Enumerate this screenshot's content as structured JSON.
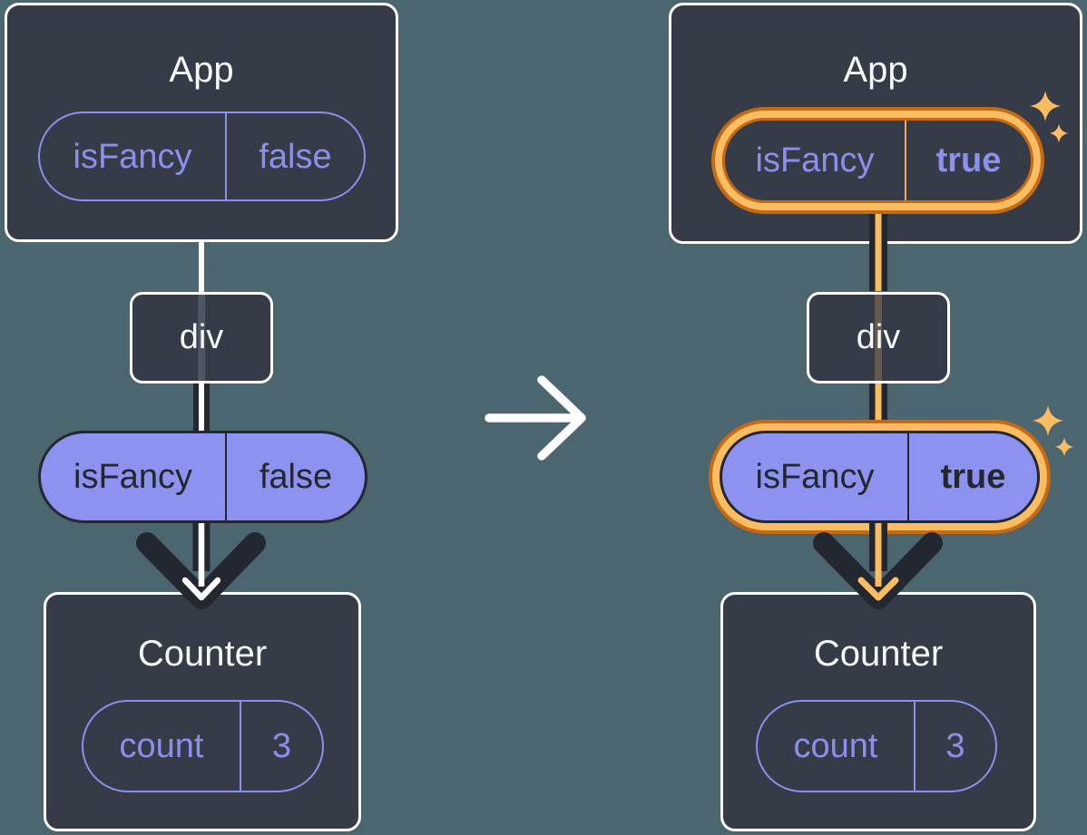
{
  "diagrams": {
    "before": {
      "app": {
        "title": "App",
        "prop_name": "isFancy",
        "prop_value": "false"
      },
      "div_label": "div",
      "passed_prop": {
        "name": "isFancy",
        "value": "false"
      },
      "counter": {
        "title": "Counter",
        "state_name": "count",
        "state_value": "3"
      }
    },
    "after": {
      "app": {
        "title": "App",
        "prop_name": "isFancy",
        "prop_value": "true"
      },
      "div_label": "div",
      "passed_prop": {
        "name": "isFancy",
        "value": "true"
      },
      "counter": {
        "title": "Counter",
        "state_name": "count",
        "state_value": "3"
      }
    }
  },
  "icons": {
    "transform_arrow": "right-arrow",
    "sparkles": "four-point-star"
  },
  "colors": {
    "background": "#4C6670",
    "panel_fill": "#353C47",
    "panel_border": "#FFFFFF",
    "purple": "#8A90EC",
    "purple_fill": "#8D92F0",
    "ink_dark": "#23272F",
    "highlight_orange_dark": "#C76A15",
    "highlight_orange_light": "#FABD62",
    "arrow_white": "#FFFFFF"
  }
}
